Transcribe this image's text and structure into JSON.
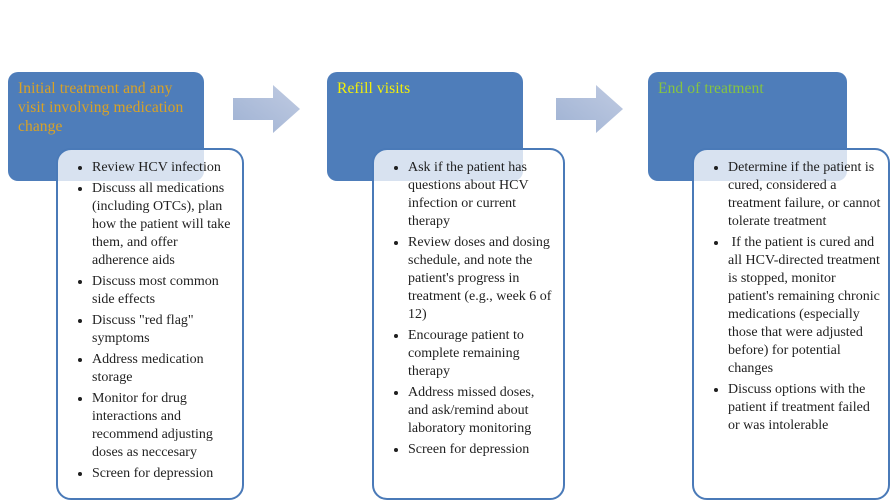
{
  "diagram": {
    "title": "HCV treatment visit workflow",
    "colors": {
      "header_bg": "#4E7DBA",
      "box_border": "#4A7AB8",
      "body_text": "#1F1F1F",
      "arrow_light": "#C0CBE2",
      "arrow_dark": "#9FB2D3"
    },
    "arrows": [
      {
        "icon": "right-block-arrow"
      },
      {
        "icon": "right-block-arrow"
      }
    ],
    "columns": [
      {
        "header": "Initial treatment and any visit involving medication change",
        "header_color": "#D9A226",
        "bullets": [
          "Review HCV infection",
          "Discuss all medications (including OTCs), plan how the patient will take them, and offer adherence aids",
          "Discuss most common side effects",
          "Discuss \"red flag\" symptoms",
          "Address medication storage",
          "Monitor for drug interactions and recommend adjusting doses as neccesary",
          "Screen for depression"
        ]
      },
      {
        "header": "Refill visits",
        "header_color": "#F2EF0A",
        "bullets": [
          "Ask if the patient has questions about HCV infection or current therapy",
          "Review doses and dosing schedule, and note the patient's progress in treatment (e.g., week 6 of 12)",
          "Encourage patient to complete remaining therapy",
          "Address missed doses, and ask/remind about laboratory monitoring",
          "Screen for depression"
        ]
      },
      {
        "header": "End of treatment",
        "header_color": "#86C441",
        "bullets": [
          "Determine if the patient is cured, considered a treatment failure, or cannot tolerate treatment",
          " If the patient is cured and all HCV-directed treatment is stopped, monitor patient's remaining chronic medications (especially those that were adjusted before) for potential changes",
          "Discuss options with the patient if treatment failed or was intolerable"
        ]
      }
    ]
  }
}
